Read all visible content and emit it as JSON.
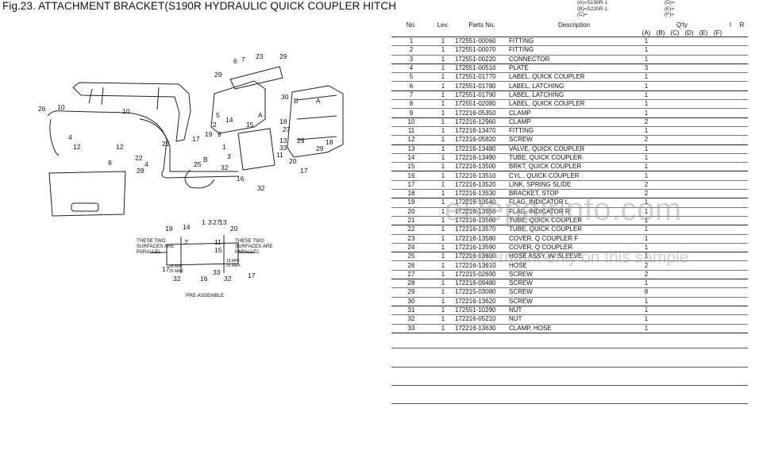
{
  "title": "Fig.23.  ATTACHMENT BRACKET(S190R HYDRAULIC QUICK COUPLER HITCH",
  "model_legend": {
    "left": [
      "(A)=S190R-1",
      "(B)=S220R-1",
      "(C)="
    ],
    "right": [
      "(D)=",
      "(E)=",
      "(F)="
    ]
  },
  "table": {
    "headers": {
      "no": "No.",
      "lev": "Lev.",
      "parts_no": "Parts No.",
      "description": "Description",
      "qty": "Q'ty",
      "i": "I",
      "r": "R",
      "qty_cols": [
        "(A)",
        "(B)",
        "(C)",
        "(D)",
        "(E)",
        "(F)"
      ]
    },
    "rows": [
      {
        "no": "1",
        "lev": "1",
        "pn": "172551-00060",
        "desc": "FITTING",
        "qa": "1"
      },
      {
        "no": "2",
        "lev": "1",
        "pn": "172551-00070",
        "desc": "FITTING",
        "qa": "1"
      },
      {
        "no": "3",
        "lev": "1",
        "pn": "172551-00220",
        "desc": "CONNECTOR",
        "qa": "1"
      },
      {
        "no": "4",
        "lev": "1",
        "pn": "172551-00510",
        "desc": "PLATE",
        "qa": "3"
      },
      {
        "no": "5",
        "lev": "1",
        "pn": "172551-01770",
        "desc": "LABEL, QUICK COUPLER",
        "qa": "1"
      },
      {
        "no": "6",
        "lev": "1",
        "pn": "172551-01780",
        "desc": "LABEL, LATCHING",
        "qa": "1"
      },
      {
        "no": "7",
        "lev": "1",
        "pn": "172551-01790",
        "desc": "LABEL, LATCHING",
        "qa": "1"
      },
      {
        "no": "8",
        "lev": "1",
        "pn": "172551-02080",
        "desc": "LABEL, QUICK COUPLER",
        "qa": "1"
      },
      {
        "no": "9",
        "lev": "1",
        "pn": "172216-05350",
        "desc": "CLAMP",
        "qa": "1"
      },
      {
        "no": "10",
        "lev": "1",
        "pn": "172216-12960",
        "desc": "CLAMP",
        "qa": "2"
      },
      {
        "no": "11",
        "lev": "1",
        "pn": "172216-13470",
        "desc": "FITTING",
        "qa": "1"
      },
      {
        "no": "12",
        "lev": "1",
        "pn": "172216-05820",
        "desc": "SCREW",
        "qa": "2"
      },
      {
        "no": "13",
        "lev": "1",
        "pn": "172216-13480",
        "desc": "VALVE, QUICK COUPLER",
        "qa": "1"
      },
      {
        "no": "14",
        "lev": "1",
        "pn": "172216-13490",
        "desc": "TUBE, QUICK COUPLER",
        "qa": "1"
      },
      {
        "no": "15",
        "lev": "1",
        "pn": "172216-13500",
        "desc": "BRKT, QUICK COUPLER",
        "qa": "1"
      },
      {
        "no": "16",
        "lev": "1",
        "pn": "172216-13510",
        "desc": "CYL., QUICK COUPLER",
        "qa": "1"
      },
      {
        "no": "17",
        "lev": "1",
        "pn": "172216-13520",
        "desc": "LINK, SPRING SLIDE",
        "qa": "2"
      },
      {
        "no": "18",
        "lev": "1",
        "pn": "172216-13530",
        "desc": "BRACKET, STOP",
        "qa": "2"
      },
      {
        "no": "19",
        "lev": "1",
        "pn": "172216-13540",
        "desc": "FLAG, INDICATOR L",
        "qa": "1"
      },
      {
        "no": "20",
        "lev": "1",
        "pn": "172216-13550",
        "desc": "FLAG, INDICATOR R",
        "qa": "1"
      },
      {
        "no": "21",
        "lev": "1",
        "pn": "172216-13560",
        "desc": "TUBE, QUICK COUPLER",
        "qa": "1"
      },
      {
        "no": "22",
        "lev": "1",
        "pn": "172216-13570",
        "desc": "TUBE, QUICK COUPLER",
        "qa": "1"
      },
      {
        "no": "23",
        "lev": "1",
        "pn": "172216-13580",
        "desc": "COVER, Q COUPLER F",
        "qa": "1"
      },
      {
        "no": "24",
        "lev": "1",
        "pn": "172216-13590",
        "desc": "COVER, Q COUPLER",
        "qa": "1"
      },
      {
        "no": "25",
        "lev": "1",
        "pn": "172216-13600",
        "desc": "HOSE ASSY, W/ SLEEVE",
        "qa": "1"
      },
      {
        "no": "26",
        "lev": "1",
        "pn": "172216-13610",
        "desc": "HOSE",
        "qa": "2"
      },
      {
        "no": "27",
        "lev": "1",
        "pn": "172215-02690",
        "desc": "SCREW",
        "qa": "2"
      },
      {
        "no": "28",
        "lev": "1",
        "pn": "172216-09480",
        "desc": "SCREW",
        "qa": "1"
      },
      {
        "no": "29",
        "lev": "1",
        "pn": "172215-03080",
        "desc": "SCREW",
        "qa": "8"
      },
      {
        "no": "30",
        "lev": "1",
        "pn": "172216-13620",
        "desc": "SCREW",
        "qa": "1"
      },
      {
        "no": "31",
        "lev": "1",
        "pn": "172551-10290",
        "desc": "NUT",
        "qa": "1"
      },
      {
        "no": "32",
        "lev": "1",
        "pn": "172216-05210",
        "desc": "NUT",
        "qa": "1"
      },
      {
        "no": "33",
        "lev": "1",
        "pn": "172216-13630",
        "desc": "CLAMP, HOSE",
        "qa": "1"
      }
    ]
  },
  "diagram": {
    "callouts_main": [
      "26",
      "10",
      "10",
      "4",
      "12",
      "12",
      "8",
      "22",
      "21",
      "4",
      "28",
      "25",
      "6",
      "7",
      "23",
      "29",
      "29",
      "30",
      "5",
      "14",
      "15",
      "A",
      "2",
      "17",
      "19",
      "9",
      "B",
      "3",
      "1",
      "32",
      "16",
      "32",
      "18",
      "27",
      "13",
      "33",
      "11",
      "20",
      "17",
      "18",
      "29",
      "29",
      "B",
      "A"
    ],
    "callouts_pre": [
      "19",
      "14",
      "1",
      "3",
      "27",
      "13",
      "20",
      "2",
      "11",
      "15",
      "17",
      "32",
      "16",
      "33",
      "32",
      "17"
    ],
    "note_left": [
      "THESE TWO",
      "SURFACES ARE",
      "PARALLEL"
    ],
    "note_right": [
      "THESE TWO",
      "SURFACES ARE",
      "PARALLEL"
    ],
    "dim_left": [
      "18 MIN",
      "25 MAX"
    ],
    "dim_right": [
      "18 MIN",
      "25 MAX"
    ],
    "pre_assemble": "PRE-ASSEMBLE"
  },
  "watermark": {
    "main": "eRepairinfo.com",
    "sub": "Watermark only on this sample"
  }
}
